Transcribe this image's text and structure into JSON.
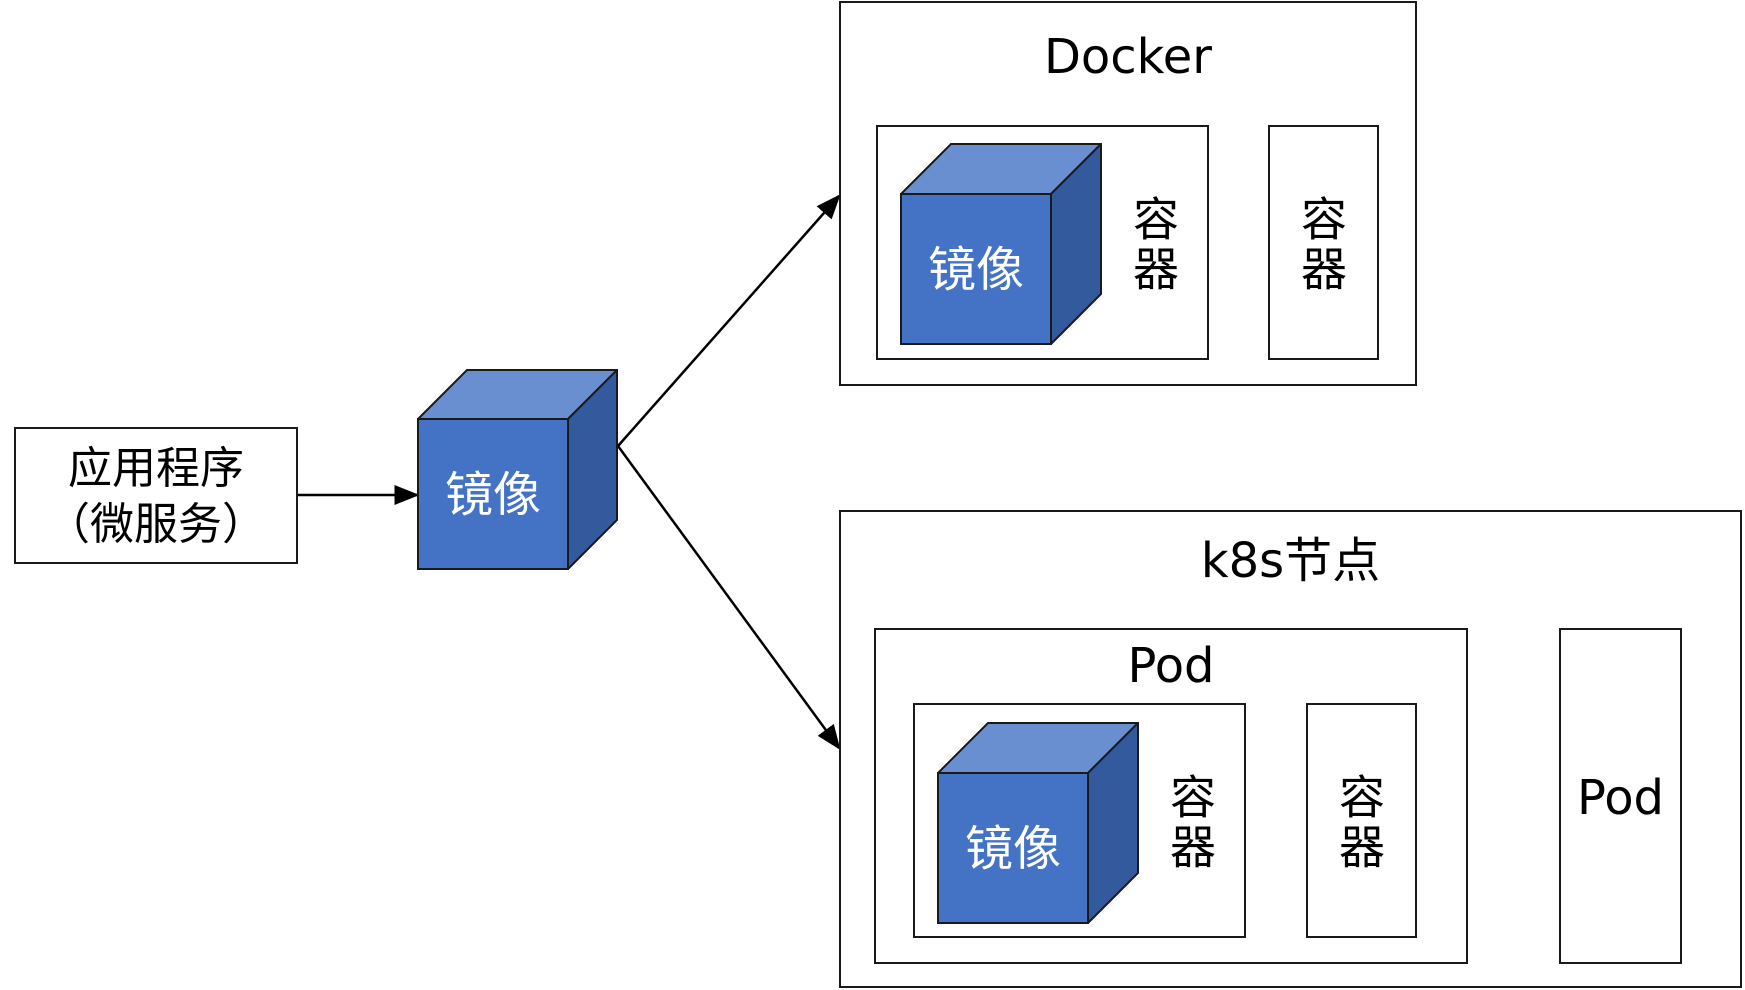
{
  "app_box": {
    "line1": "应用程序",
    "line2": "（微服务）"
  },
  "image_label": "镜像",
  "docker": {
    "title": "Docker",
    "container_label": "容器"
  },
  "k8s": {
    "title": "k8s节点",
    "pod_label": "Pod",
    "container_label": "容器"
  },
  "colors": {
    "cube_front": "#4472C4",
    "cube_top": "#6A8FD0",
    "cube_side": "#345A9E",
    "stroke": "#1a1a1a"
  }
}
